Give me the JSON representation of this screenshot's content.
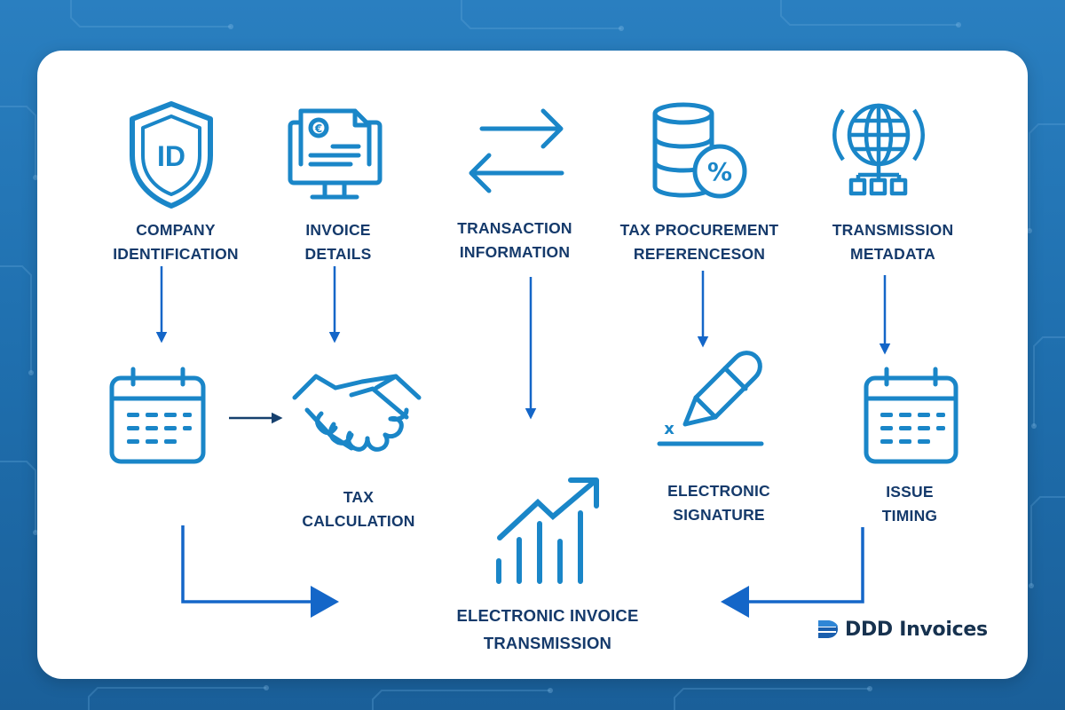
{
  "labels": {
    "company_identification": [
      "COMPANY",
      "IDENTIFICATION"
    ],
    "invoice_details": [
      "INVOICE",
      "DETAILS"
    ],
    "transaction_information": [
      "TRANSACTION",
      "INFORMATION"
    ],
    "tax_procurement": [
      "TAX PROCUREMENT",
      "REFERENCESON"
    ],
    "transmission_metadata": [
      "TRANSMISSION",
      "METADATA"
    ],
    "tax_calculation": [
      "TAX",
      "CALCULATION"
    ],
    "electronic_signature": [
      "ELECTRONIC",
      "SIGNATURE"
    ],
    "issue_timing": [
      "ISSUE",
      "TIMING"
    ],
    "electronic_invoice_transmission": [
      "ELECTRONIC INVOICE",
      "TRANSMISSION"
    ]
  },
  "icon_texts": {
    "id_badge": "ID",
    "euro_symbol": "€",
    "percent_symbol": "%",
    "signature_mark": "x"
  },
  "brand": {
    "name": "DDD Invoices"
  },
  "colors": {
    "icon_blue": "#1a86c8",
    "arrow_blue": "#1466c8",
    "arrow_dark": "#16406e",
    "label_navy": "#153a6b",
    "background": "#2073b3",
    "card": "#ffffff"
  }
}
